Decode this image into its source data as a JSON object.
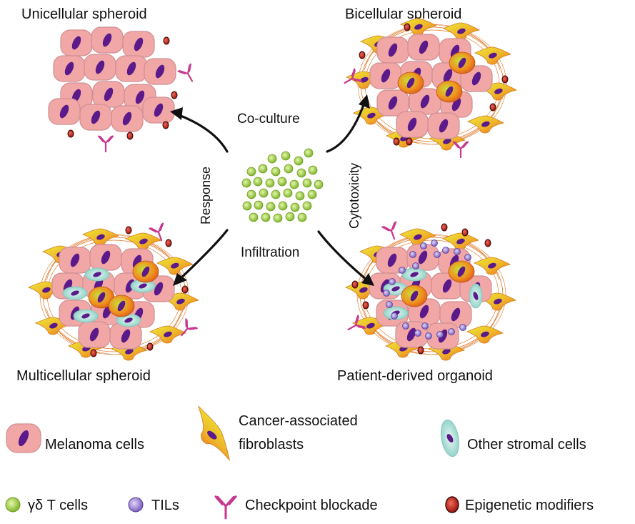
{
  "panels": {
    "unicellular": "Unicellular spheroid",
    "bicellular": "Bicellular spheroid",
    "multicellular": "Multicellular spheroid",
    "organoid": "Patient-derived organoid"
  },
  "arrows": {
    "coculture": "Co-culture",
    "response": "Response",
    "cytotoxicity": "Cytotoxicity",
    "infiltration": "Infiltration"
  },
  "legend": {
    "melanoma": "Melanoma cells",
    "caf_line1": "Cancer-associated",
    "caf_line2": "fibroblasts",
    "stromal": "Other stromal cells",
    "gdt": "γδ T cells",
    "tils": "TILs",
    "checkpoint": "Checkpoint blockade",
    "epigenetic": "Epigenetic modifiers"
  },
  "colors": {
    "melanoma_fill": "#f2a7a7",
    "melanoma_stroke": "#c97f82",
    "nucleus": "#5b1a8a",
    "caf_yellow": "#e8e32a",
    "caf_orange": "#f0751d",
    "fibre": "#e07a2a",
    "stromal": "#a8ddd4",
    "gdt_green": "#8cc63f",
    "til_purple": "#9b7fd0",
    "antibody": "#c8388f",
    "epigenetic_red": "#c8201a",
    "arrow": "#111111"
  }
}
